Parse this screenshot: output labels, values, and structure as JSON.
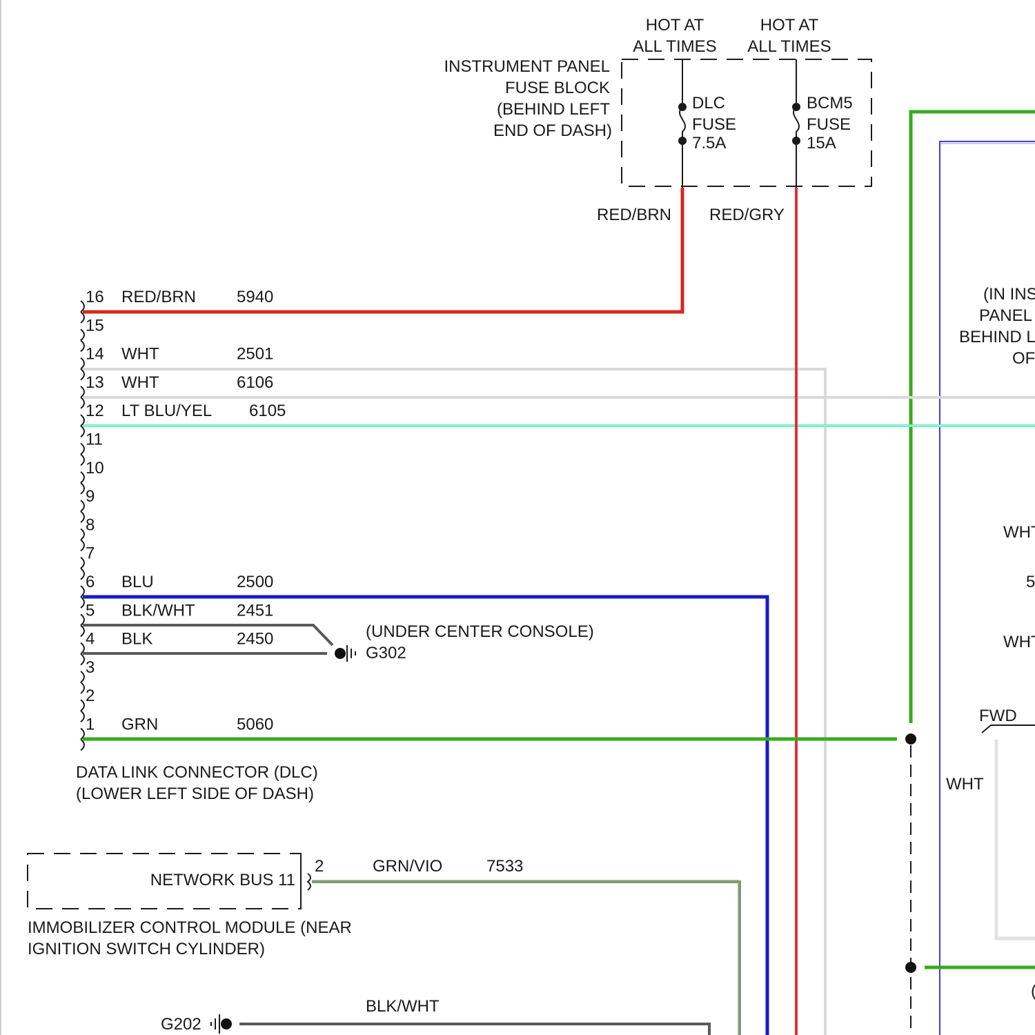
{
  "fuse_block": {
    "hot_left": [
      "HOT AT",
      "ALL TIMES"
    ],
    "hot_right": [
      "HOT AT",
      "ALL TIMES"
    ],
    "label": [
      "INSTRUMENT PANEL",
      "FUSE BLOCK",
      "(BEHIND LEFT",
      "END OF DASH)"
    ],
    "fuse_dlc": [
      "DLC",
      "FUSE",
      "7.5A"
    ],
    "fuse_bcm5": [
      "BCM5",
      "FUSE",
      "15A"
    ],
    "wire_left": "RED/BRN",
    "wire_right": "RED/GRY"
  },
  "dlc": {
    "pins": [
      {
        "pin": "16",
        "color": "RED/BRN",
        "circuit": "5940"
      },
      {
        "pin": "15",
        "color": "",
        "circuit": ""
      },
      {
        "pin": "14",
        "color": "WHT",
        "circuit": "2501"
      },
      {
        "pin": "13",
        "color": "WHT",
        "circuit": "6106"
      },
      {
        "pin": "12",
        "color": "LT BLU/YEL",
        "circuit": "6105"
      },
      {
        "pin": "11",
        "color": "",
        "circuit": ""
      },
      {
        "pin": "10",
        "color": "",
        "circuit": ""
      },
      {
        "pin": "9",
        "color": "",
        "circuit": ""
      },
      {
        "pin": "8",
        "color": "",
        "circuit": ""
      },
      {
        "pin": "7",
        "color": "",
        "circuit": ""
      },
      {
        "pin": "6",
        "color": "BLU",
        "circuit": "2500"
      },
      {
        "pin": "5",
        "color": "BLK/WHT",
        "circuit": "2451"
      },
      {
        "pin": "4",
        "color": "BLK",
        "circuit": "2450"
      },
      {
        "pin": "3",
        "color": "",
        "circuit": ""
      },
      {
        "pin": "2",
        "color": "",
        "circuit": ""
      },
      {
        "pin": "1",
        "color": "GRN",
        "circuit": "5060"
      }
    ],
    "label": [
      "DATA LINK CONNECTOR (DLC)",
      "(LOWER LEFT SIDE OF DASH)"
    ]
  },
  "ground_g302": {
    "location": "(UNDER CENTER CONSOLE)",
    "name": "G302"
  },
  "immobilizer": {
    "box_label": "NETWORK BUS 11",
    "pin": "2",
    "wire_color": "GRN/VIO",
    "circuit": "7533",
    "label": [
      "IMMOBILIZER CONTROL MODULE (NEAR",
      "IGNITION SWITCH CYLINDER)"
    ]
  },
  "ground_g202": {
    "name": "G202",
    "wire_color": "BLK/WHT"
  },
  "right_partial": {
    "lines": [
      "(IN INS",
      "PANEL",
      "BEHIND L",
      "OF"
    ],
    "wht_1": "WHT",
    "num_5": "5",
    "wht_2": "WHT",
    "fwd": "FWD",
    "wht_3": "WHT",
    "paren": "("
  },
  "colors": {
    "red_brn": "#d42a1a",
    "red_gry": "#e0303a",
    "white_wire": "#d9d9d9",
    "lt_blu_yel": "#59f0d4",
    "blue": "#1a1acc",
    "green": "#3aaa1e",
    "grn_vio": "#8a8f86",
    "black_wire": "#5a5a5a",
    "violet_line": "#4040e0"
  }
}
